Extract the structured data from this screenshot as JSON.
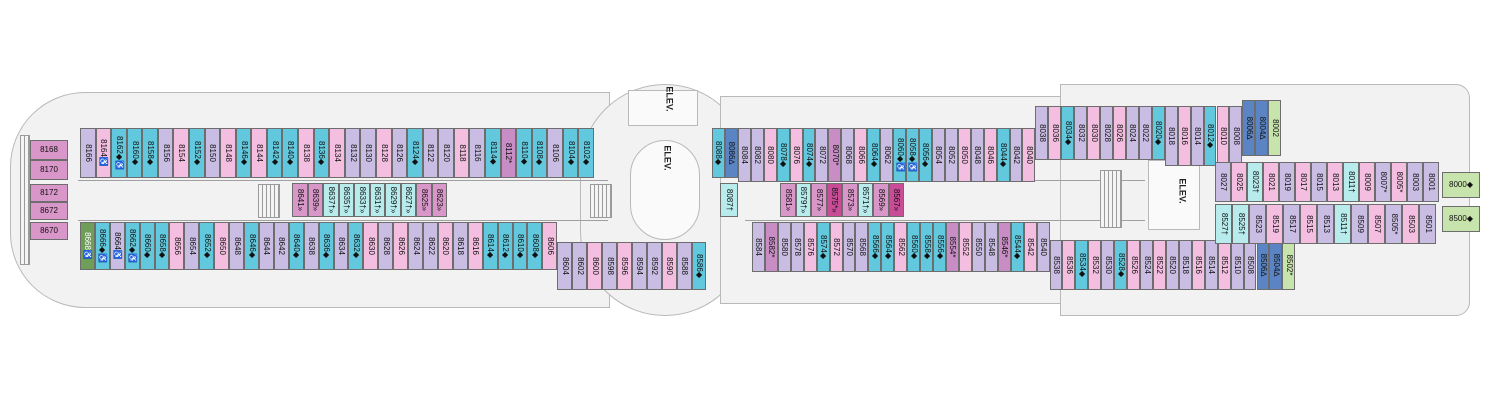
{
  "map": {
    "elevator_labels": [
      "ELEV.",
      "ELEV.",
      "ELEV."
    ],
    "colors": {
      "blue": "#62c8dd",
      "lavender": "#c9bde3",
      "pink": "#f3bee0",
      "mauve": "#c78dc4",
      "navy": "#5b84c4",
      "green": "#c8e4ad",
      "dark_green": "#6e9e58",
      "magenta": "#c84d96",
      "aqua": "#b7ebec",
      "rose": "#d996c8"
    },
    "top_row_left": [
      "8166",
      "8164♿",
      "8162◆♿",
      "8160◆",
      "8158◆",
      "8156",
      "8154",
      "8152◆",
      "8150",
      "8148",
      "8146◆",
      "8144",
      "8142◆",
      "8140◆",
      "8138",
      "8136◆",
      "8134",
      "8132",
      "8130",
      "8128",
      "8126",
      "8124◆",
      "8122",
      "8120",
      "8118",
      "8116",
      "8114◆",
      "8112*",
      "8110◆",
      "8108◆",
      "8106",
      "8104◆",
      "8102◆"
    ],
    "top_row_right": [
      "8088◆",
      "8086∆",
      "8084",
      "8082",
      "8080",
      "8078◆",
      "8076",
      "8074◆",
      "8072",
      "8070*",
      "8068",
      "8066",
      "8064◆",
      "8062",
      "8060◆♿",
      "8058◆♿",
      "8056◆",
      "8054",
      "8052",
      "8050",
      "8048",
      "8046",
      "8044◆",
      "8042",
      "8040",
      "8038",
      "8036",
      "8034◆",
      "8032",
      "8030",
      "8028",
      "8026",
      "8024",
      "8022",
      "8020◆",
      "8018",
      "8016",
      "8014",
      "8012◆",
      "8010",
      "8008",
      "8006∆",
      "8004∆",
      "8002"
    ],
    "bottom_row_left": [
      "8668♿",
      "8666◆♿",
      "8664♿",
      "8662◆♿",
      "8660◆",
      "8658◆",
      "8656",
      "8654",
      "8652◆",
      "8650",
      "8648",
      "8646◆",
      "8644",
      "8642",
      "8640◆",
      "8638",
      "8636◆",
      "8634",
      "8632◆",
      "8630",
      "8628",
      "8626",
      "8624",
      "8622",
      "8620",
      "8618",
      "8616",
      "8614◆",
      "8612◆",
      "8610◆",
      "8608◆",
      "8606",
      "8604",
      "8602",
      "8600",
      "8598",
      "8596",
      "8594",
      "8592",
      "8590",
      "8588",
      "8586◆"
    ],
    "bottom_row_right": [
      "8584",
      "8582*",
      "8580",
      "8578",
      "8576",
      "8574◆",
      "8572",
      "8570",
      "8568",
      "8566◆",
      "8564◆",
      "8562",
      "8560◆",
      "8558◆",
      "8556◆",
      "8554*",
      "8552",
      "8550",
      "8548",
      "8546*",
      "8544◆",
      "8542",
      "8540",
      "8538",
      "8536",
      "8534◆",
      "8532",
      "8530",
      "8528◆",
      "8526",
      "8524",
      "8522",
      "8520",
      "8518",
      "8516",
      "8514",
      "8512",
      "8510",
      "8508",
      "8506∆",
      "8504∆",
      "8502*"
    ],
    "inner_left": [
      "8641»",
      "8639»",
      "8637†»",
      "8635†»",
      "8633†»",
      "8631†»",
      "8629†»",
      "8627†»",
      "8625»",
      "8623»"
    ],
    "inner_mid": [
      "8581»",
      "8579†»",
      "8577»",
      "8575*»",
      "8573»",
      "8571†»",
      "8569»",
      "8567»",
      "8087†"
    ],
    "inner_right_top": [
      "8027",
      "8025",
      "8023†",
      "8021",
      "8019",
      "8017",
      "8015",
      "8013",
      "8011†",
      "8009",
      "8007*",
      "8005*",
      "8003",
      "8001"
    ],
    "inner_right_bottom": [
      "8527†",
      "8525†",
      "8523",
      "8519",
      "8517",
      "8515",
      "8513",
      "8511†",
      "8509",
      "8507",
      "8505*",
      "8503",
      "8501"
    ],
    "forward_suites": [
      "8168",
      "8170",
      "8172",
      "8672",
      "8670",
      "8000◆",
      "8500◆"
    ]
  }
}
